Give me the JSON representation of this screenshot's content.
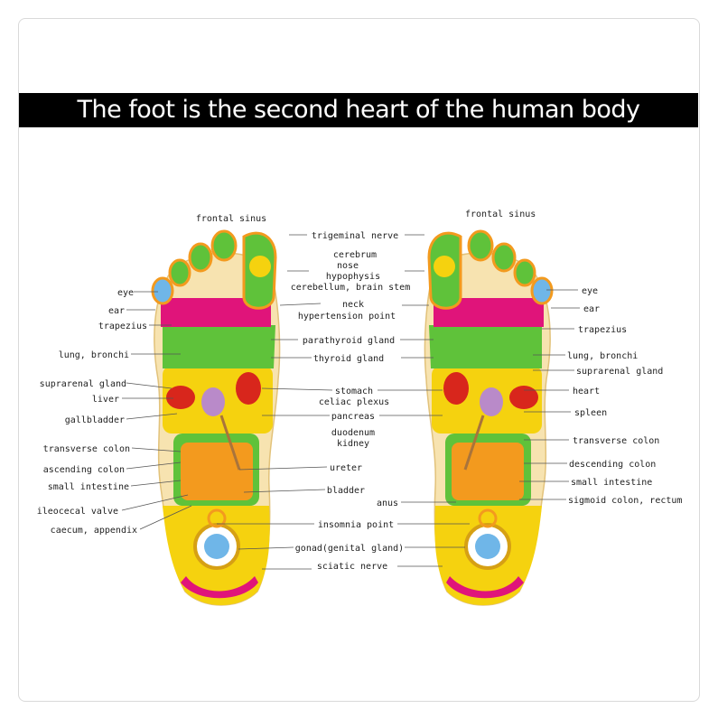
{
  "title": "The foot is the second heart of the human body",
  "labels": {
    "left": [
      "frontal sinus",
      "eye",
      "ear",
      "trapezius",
      "lung, bronchi",
      "suprarenal gland",
      "liver",
      "gallbladder",
      "transverse colon",
      "ascending colon",
      "small intestine",
      "ileocecal valve",
      "caecum, appendix"
    ],
    "center": [
      "trigeminal nerve",
      "cerebrum",
      "nose",
      "hypophysis",
      "cerebellum, brain stem",
      "neck",
      "hypertension point",
      "parathyroid gland",
      "thyroid gland",
      "stomach",
      "celiac plexus",
      "pancreas",
      "duodenum",
      "kidney",
      "ureter",
      "bladder",
      "anus",
      "insomnia point",
      "gonad(genital gland)",
      "sciatic nerve"
    ],
    "right": [
      "frontal sinus",
      "eye",
      "ear",
      "trapezius",
      "lung, bronchi",
      "suprarenal gland",
      "heart",
      "spleen",
      "transverse colon",
      "descending colon",
      "small intestine",
      "sigmoid colon, rectum"
    ]
  },
  "colors": {
    "yellow": "#f5d20f",
    "green": "#5fc23a",
    "magenta": "#e0147a",
    "orange": "#f39a1e",
    "red": "#d8261c",
    "blue": "#6fb6e8",
    "skin": "#f7e3b0"
  }
}
